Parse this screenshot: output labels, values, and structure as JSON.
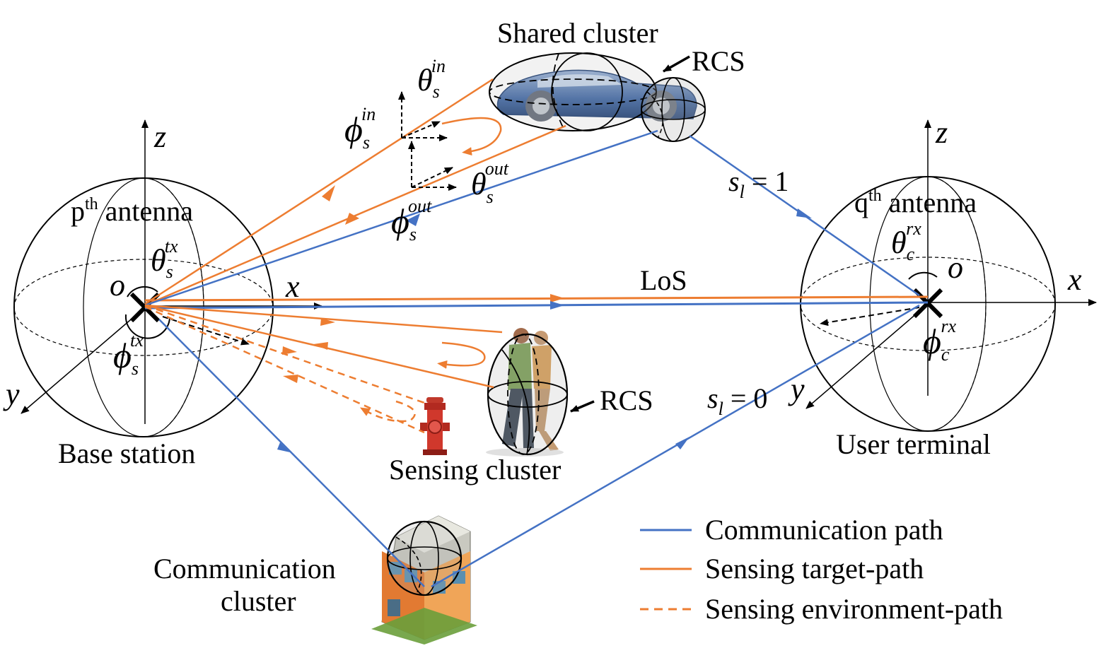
{
  "colors": {
    "communication": "#4472C4",
    "sensing": "#ED7D31",
    "black": "#000000"
  },
  "labels": {
    "shared_cluster": "Shared cluster",
    "rcs_top": "RCS",
    "rcs_mid": "RCS",
    "p_antenna_p": "p",
    "p_antenna_th": "th",
    "p_antenna_word": " antenna",
    "q_antenna_q": "q",
    "q_antenna_th": "th",
    "q_antenna_word": " antenna",
    "base_station": "Base station",
    "user_terminal": "User terminal",
    "sensing_cluster": "Sensing cluster",
    "communication_cluster_1": "Communication",
    "communication_cluster_2": "cluster",
    "los": "LoS",
    "s_l_1": "s",
    "s_l_1_sub": "l",
    "s_l_1_val": " = 1",
    "s_l_0": "s",
    "s_l_0_sub": "l",
    "s_l_0_val": " = 0"
  },
  "axes": {
    "bs_z": "z",
    "bs_x": "x",
    "bs_y": "y",
    "bs_o": "o",
    "ut_z": "z",
    "ut_x": "x",
    "ut_y": "y",
    "ut_o": "o"
  },
  "angles": {
    "theta_in": {
      "sym": "θ",
      "sub": "s",
      "sup": "in"
    },
    "phi_in": {
      "sym": "ϕ",
      "sub": "s",
      "sup": "in"
    },
    "theta_out": {
      "sym": "θ",
      "sub": "s",
      "sup": "out"
    },
    "phi_out": {
      "sym": "ϕ",
      "sub": "s",
      "sup": "out"
    },
    "theta_tx": {
      "sym": "θ",
      "sub": "s",
      "sup": "tx"
    },
    "phi_tx": {
      "sym": "ϕ",
      "sub": "s",
      "sup": "tx"
    },
    "theta_rx": {
      "sym": "θ",
      "sub": "c",
      "sup": "rx"
    },
    "phi_rx": {
      "sym": "ϕ",
      "sub": "c",
      "sup": "rx"
    }
  },
  "legend": {
    "communication": "Communication path",
    "sensing_target": "Sensing target-path",
    "sensing_environment": "Sensing environment-path"
  }
}
